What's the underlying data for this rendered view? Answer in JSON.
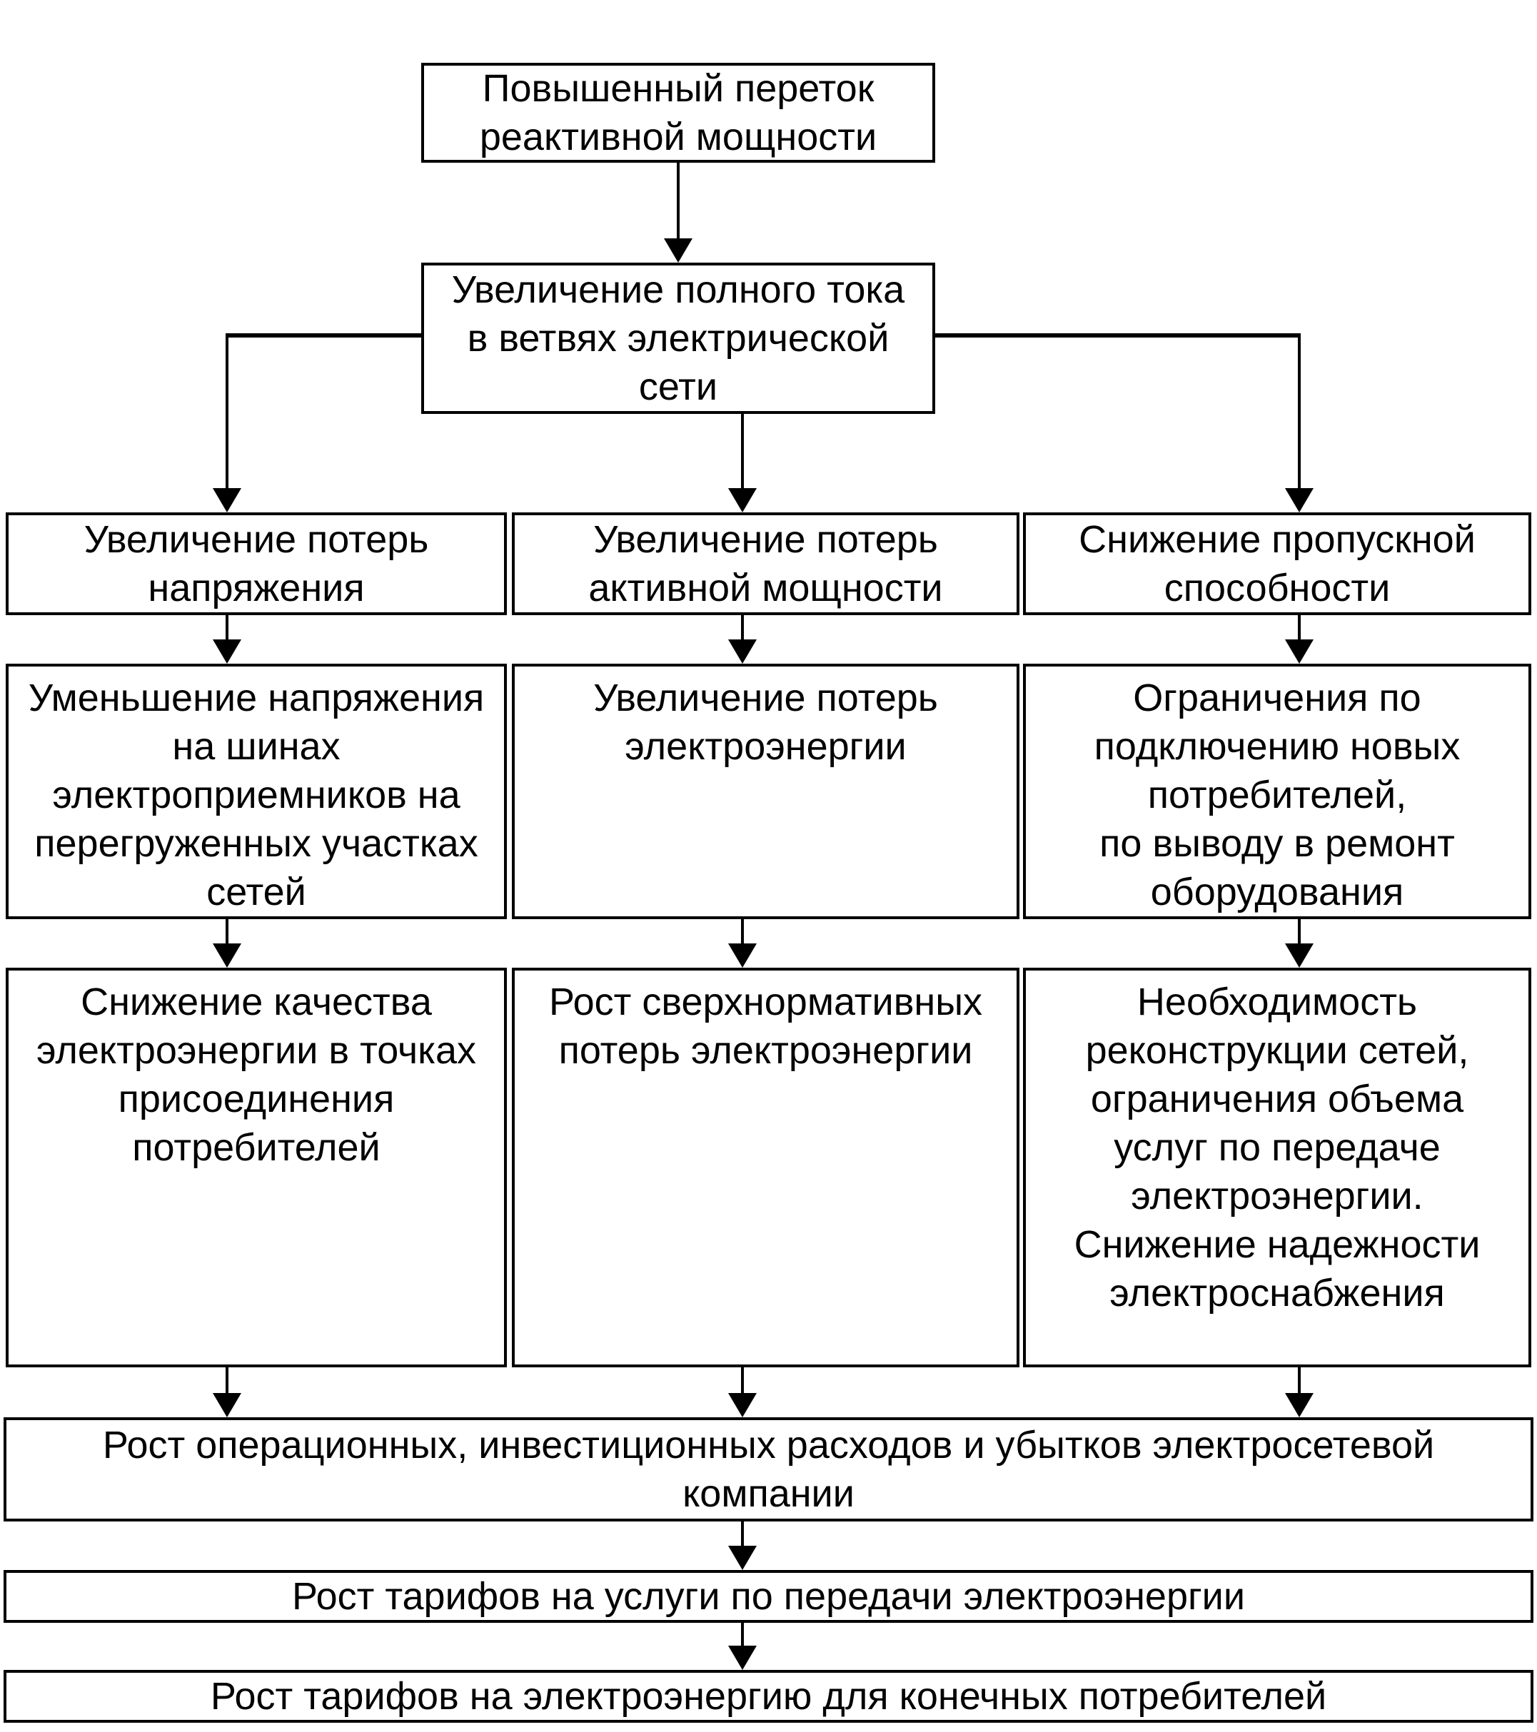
{
  "diagram": {
    "language": "ru",
    "colors": {
      "line": "#000000",
      "background": "#ffffff",
      "text": "#000000"
    },
    "nodes": {
      "root": {
        "text": "Повышенный переток\nреактивной мощности"
      },
      "full_current": {
        "text": "Увеличение полного тока\nв ветвях электрической\nсети"
      },
      "voltage_losses": {
        "text": "Увеличение потерь\nнапряжения"
      },
      "active_power_losses": {
        "text": "Увеличение потерь\nактивной мощности"
      },
      "capacity_reduction": {
        "text": "Снижение пропускной\nспособности"
      },
      "bus_voltage_drop": {
        "text": "Уменьшение напряжения\nна шинах\nэлектроприемников на\nперегруженных участках\nсетей"
      },
      "energy_losses": {
        "text": "Увеличение потерь\nэлектроэнергии"
      },
      "connection_limits": {
        "text": "Ограничения по\nподключению новых\nпотребителей,\nпо выводу в ремонт\nоборудования"
      },
      "quality_reduction": {
        "text": "Снижение качества\nэлектроэнергии в точках\nприсоединения\nпотребителей"
      },
      "excess_losses": {
        "text": "Рост сверхнормативных\nпотерь электроэнергии"
      },
      "reconstruction_need": {
        "text": "Необходимость\nреконструкции сетей,\nограничения объема\nуслуг по передаче\nэлектроэнергии.\nСнижение надежности\nэлектроснабжения"
      },
      "company_costs": {
        "text": "Рост операционных, инвестиционных расходов и убытков электросетевой\nкомпании"
      },
      "transmission_tariffs": {
        "text": "Рост тарифов на услуги по передачи электроэнергии"
      },
      "consumer_tariffs": {
        "text": "Рост тарифов на электроэнергию для конечных потребителей"
      }
    },
    "edges": [
      {
        "from": "root",
        "to": "full_current"
      },
      {
        "from": "full_current",
        "to": "voltage_losses"
      },
      {
        "from": "full_current",
        "to": "active_power_losses"
      },
      {
        "from": "full_current",
        "to": "capacity_reduction"
      },
      {
        "from": "voltage_losses",
        "to": "bus_voltage_drop"
      },
      {
        "from": "active_power_losses",
        "to": "energy_losses"
      },
      {
        "from": "capacity_reduction",
        "to": "connection_limits"
      },
      {
        "from": "bus_voltage_drop",
        "to": "quality_reduction"
      },
      {
        "from": "energy_losses",
        "to": "excess_losses"
      },
      {
        "from": "connection_limits",
        "to": "reconstruction_need"
      },
      {
        "from": "quality_reduction",
        "to": "company_costs"
      },
      {
        "from": "excess_losses",
        "to": "company_costs"
      },
      {
        "from": "reconstruction_need",
        "to": "company_costs"
      },
      {
        "from": "company_costs",
        "to": "transmission_tariffs"
      },
      {
        "from": "transmission_tariffs",
        "to": "consumer_tariffs"
      }
    ]
  }
}
